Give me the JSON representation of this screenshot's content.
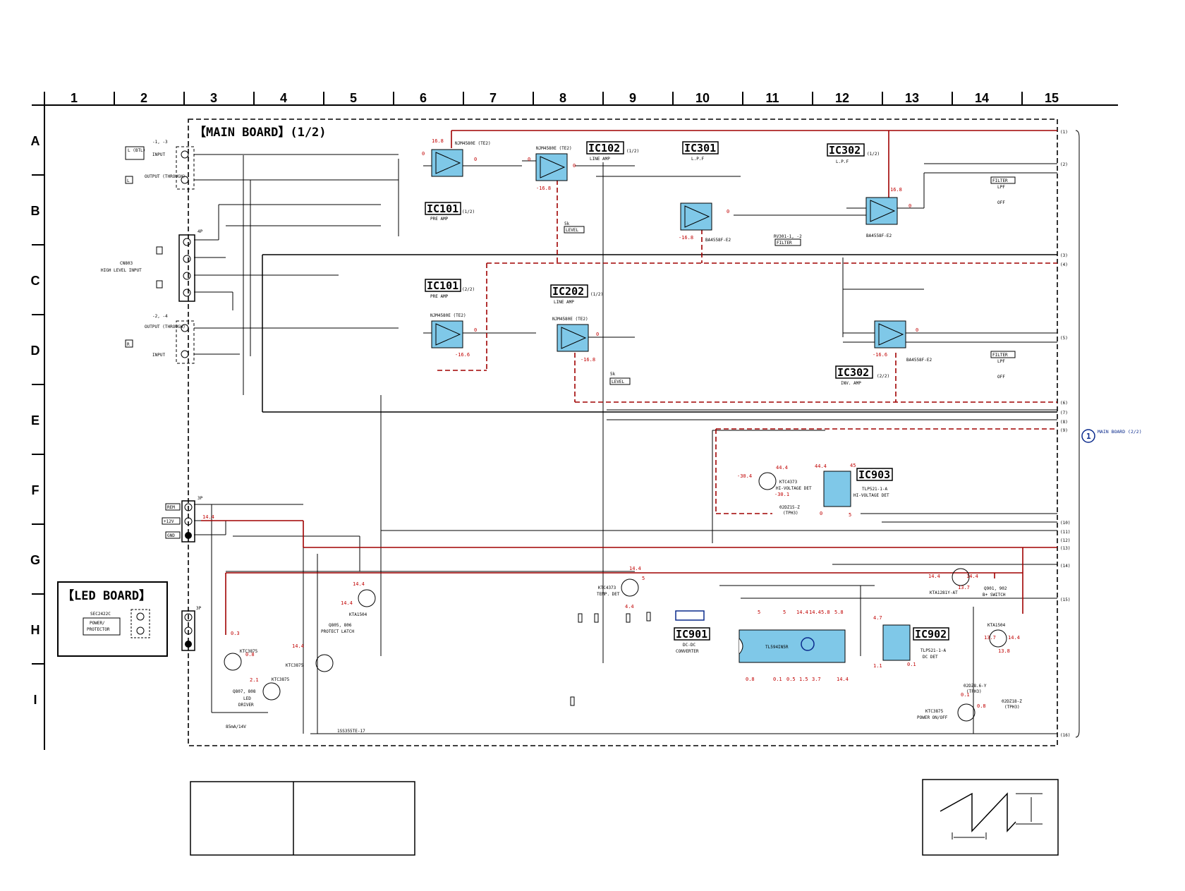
{
  "grid": {
    "columns": [
      "1",
      "2",
      "3",
      "4",
      "5",
      "6",
      "7",
      "8",
      "9",
      "10",
      "11",
      "12",
      "13",
      "14",
      "15"
    ],
    "rows": [
      "A",
      "B",
      "C",
      "D",
      "E",
      "F",
      "G",
      "H",
      "I"
    ]
  },
  "boards": {
    "main_title": "【MAIN BOARD】(1/2)",
    "led_title": "【LED BOARD】",
    "main_ref_number": "1",
    "main_ref_label": "MAIN BOARD (2/2)"
  },
  "ics": {
    "ic101_a": {
      "label": "IC101",
      "part": "(1/2)",
      "func": "PRE AMP",
      "chip": "NJM4580E (TE2)"
    },
    "ic101_b": {
      "label": "IC101",
      "part": "(2/2)",
      "func": "PRE AMP",
      "chip": "NJM4580E (TE2)"
    },
    "ic102": {
      "label": "IC102",
      "part": "(1/2)",
      "func": "LINE AMP",
      "chip": "NJM4580E (TE2)"
    },
    "ic202": {
      "label": "IC202",
      "part": "(1/2)",
      "func": "LINE AMP",
      "chip": "NJM4580E (TE2)"
    },
    "ic301": {
      "label": "IC301",
      "func": "L.P.F",
      "chip": "BA4558F-E2"
    },
    "ic302_a": {
      "label": "IC302",
      "part": "(1/2)",
      "func": "L.P.F",
      "chip": "BA4558F-E2"
    },
    "ic302_b": {
      "label": "IC302",
      "part": "(2/2)",
      "func": "INV. AMP",
      "chip": "BA4558F-E2"
    },
    "ic901": {
      "label": "IC901",
      "func1": "DC-DC",
      "func2": "CONVERTER",
      "chip": "TL594IN5R"
    },
    "ic902": {
      "label": "IC902",
      "chip": "TLP521-1-A",
      "func": "DC DET"
    },
    "ic903": {
      "label": "IC903",
      "chip": "TLP521-1-A",
      "func": "HI-VOLTAGE DET"
    }
  },
  "connectors": {
    "input_l_top": "L (BTL)",
    "input_label": "INPUT",
    "input_l_pins": "-1, -3",
    "output_l": "OUTPUT (THROUGH)",
    "l_box": "L",
    "r_box": "R",
    "input_r_pins": "-2, -4",
    "cn803_name": "CN803",
    "cn803_func": "HIGH LEVEL INPUT",
    "cn803_pins": "4P",
    "power_pins": "3P",
    "led_pins": "3P",
    "rem": "REM",
    "v12": "+12V",
    "gnd": "GND"
  },
  "led_board": {
    "part": "SEC2422C",
    "func1": "POWER/",
    "func2": "PROTECTOR"
  },
  "transistors": {
    "q805": "Q805, 806",
    "q805_func": "PROTECT LATCH",
    "q807": "Q807, 808",
    "q807_func1": "LED",
    "q807_func2": "DRIVER",
    "ktc3875": "KTC3875",
    "kta1504": "KTA1504",
    "ktc4373_temp": "KTC4373",
    "temp_det": "TEMP. DET",
    "ktc4373_hv": "KTC4373",
    "hv_det": "HI-VOLTAGE DET",
    "kta1281": "KTA1281Y-AT",
    "q901": "Q901, 902",
    "q901_func": "B+ SWITCH",
    "power_onoff": "POWER ON/OFF",
    "zener1": "02DZ15-Z",
    "zener1b": "(TPH3)",
    "zener2": "02DZ8.6-Y",
    "zener2b": "(TPH3)",
    "zener3": "02DZ18-Z",
    "zener3b": "(TPH3)",
    "diode": "1SS355TE-17",
    "fuse": "85mA/14V"
  },
  "controls": {
    "level": "LEVEL",
    "level_val": "5k",
    "filter": "FILTER",
    "lpf": "LPF",
    "off": "OFF",
    "rv301": "RV301-1, -2",
    "filter_box": "FILTER"
  },
  "voltages": {
    "v16_8": "16.8",
    "vm16_8": "-16.8",
    "vm16_6": "-16.6",
    "v0": "0",
    "v14_4": "14.4",
    "v44_4": "44.4",
    "v45": "45",
    "vm30_4": "-30.4",
    "vm30_1": "-30.1",
    "v13_7": "13.7",
    "v13_8": "13.8",
    "v0_1": "0.1",
    "v0_8": "0.8",
    "v0_3": "0.3",
    "v2_1": "2.1",
    "v4_7": "4.7",
    "v1_1": "1.1",
    "v5_8": "5.8",
    "v3_7": "3.7",
    "v1_5": "1.5",
    "v0_5": "0.5",
    "v4_4": "4.4",
    "v5": "5"
  },
  "legend_table": {
    "left": "",
    "right": ""
  }
}
